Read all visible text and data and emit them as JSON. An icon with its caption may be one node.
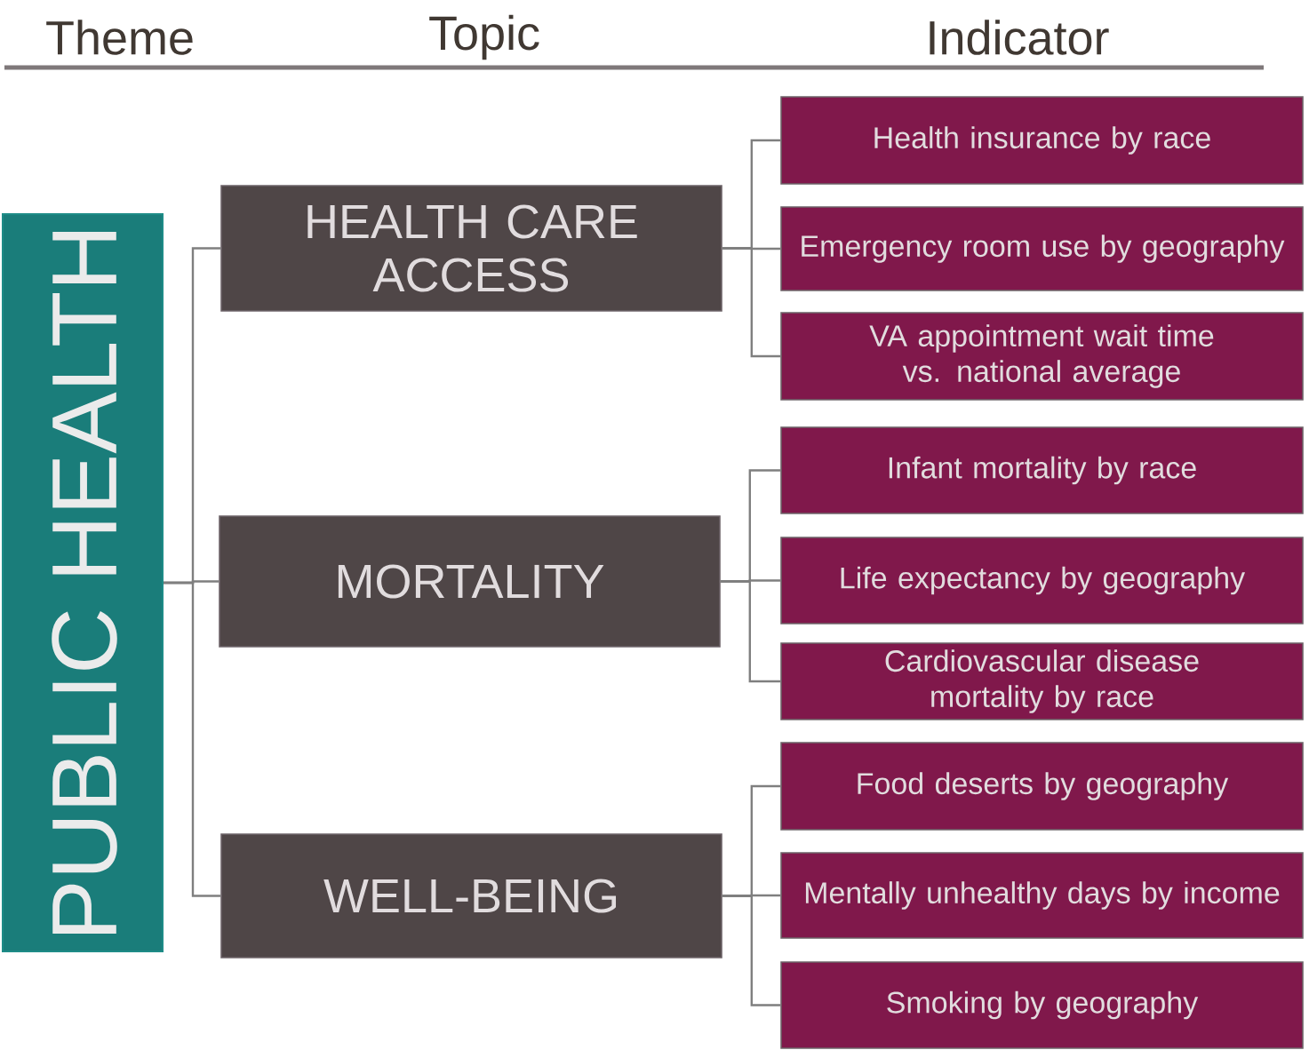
{
  "diagram": {
    "nodes": [
      {
        "text": [
          "PUBLIC HEALTH"
        ]
      },
      {
        "text": [
          "HEALTH CARE ACCESS"
        ]
      },
      {
        "text": [
          "MORTALITY"
        ]
      },
      {
        "text": [
          "WELL-BEING"
        ]
      },
      {
        "text": [
          "Health insurance by race"
        ]
      },
      {
        "text": [
          "Emergency room use by geography"
        ]
      },
      {
        "text": [
          "VA appointment wait time vs. national average"
        ]
      },
      {
        "text": [
          "Infant mortality by race"
        ]
      },
      {
        "text": [
          "Life expectancy by geography"
        ]
      },
      {
        "text": [
          "Cardiovascular disease mortality by race"
        ]
      },
      {
        "text": [
          "Food deserts by geography"
        ]
      },
      {
        "text": [
          "Mentally unhealthy days by income"
        ]
      },
      {
        "text": [
          "Smoking by geography"
        ]
      }
    ],
    "edges": [
      {
        "from": 0,
        "to": 1,
        "arrow": "none"
      },
      {
        "from": 0,
        "to": 2,
        "arrow": "none"
      },
      {
        "from": 0,
        "to": 3,
        "arrow": "none"
      },
      {
        "from": 1,
        "to": 4,
        "arrow": "none"
      },
      {
        "from": 1,
        "to": 5,
        "arrow": "none"
      },
      {
        "from": 1,
        "to": 6,
        "arrow": "none"
      },
      {
        "from": 2,
        "to": 7,
        "arrow": "none"
      },
      {
        "from": 2,
        "to": 8,
        "arrow": "none"
      },
      {
        "from": 2,
        "to": 9,
        "arrow": "none"
      },
      {
        "from": 3,
        "to": 10,
        "arrow": "none"
      },
      {
        "from": 3,
        "to": 11,
        "arrow": "none"
      },
      {
        "from": 3,
        "to": 12,
        "arrow": "none"
      }
    ],
    "labels": [
      "Theme",
      "Topic",
      "Indicator"
    ]
  }
}
